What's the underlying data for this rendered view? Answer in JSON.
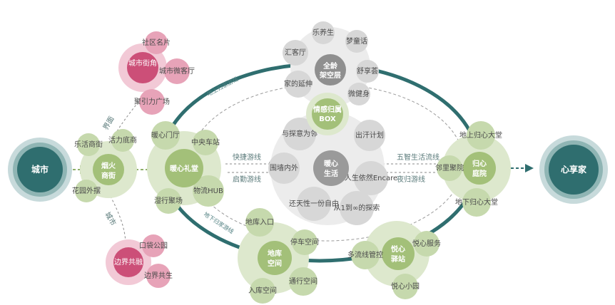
{
  "colors": {
    "teal": "#2f6e6f",
    "teal_light": "#8fb5b4",
    "green": "#a3c079",
    "green_pale": "#dde8cd",
    "pink": "#cc4f78",
    "pink_pale": "#f2c9d6",
    "grey": "#d7d7d7",
    "grey_dark": "#9a9a9a"
  },
  "start": "城市",
  "end": "心享家",
  "hubs": {
    "yanhuo": [
      "烟火",
      "商街"
    ],
    "nuanxin": "暖心礼堂",
    "guixin": [
      "归心",
      "庭院"
    ],
    "diku": [
      "地库",
      "空间"
    ],
    "yuexin": [
      "悦心",
      "驿站"
    ],
    "quanling": [
      "全龄",
      "架空层"
    ],
    "center": [
      "暖心",
      "生活"
    ],
    "qinggan": [
      "情感归属",
      "BOX"
    ]
  },
  "city_edge": [
    "社区名片",
    "城市街角",
    "城市微客厅",
    "聚引力广场",
    "边界共融",
    "口袋公园",
    "边界共生"
  ],
  "ground_sub": {
    "yanhuo": [
      "乐活商街",
      "活力底商",
      "花园外摆"
    ],
    "nuanxin": [
      "暖心门厅",
      "中央车站",
      "湿行聚场",
      "物流HUB"
    ],
    "guixin": [
      "地上归心大堂",
      "邻里聚院",
      "地下归心大堂"
    ],
    "diku": [
      "地库入口",
      "停车空间",
      "入库空间",
      "通行空间"
    ],
    "yuexin": [
      "多流线管控",
      "悦心服务",
      "悦心小园"
    ],
    "quanling": [
      "乐养生",
      "梦童话",
      "汇客厅",
      "舒享荟",
      "家的延伸",
      "微健身"
    ],
    "center": [
      "与探意为邻",
      "出汗计划",
      "围墙内外",
      "人生依然Encare",
      "还天性一份自由",
      "从1到∞的探索"
    ]
  },
  "edge_labels": {
    "jiemian": "界面",
    "chengshi": "城市",
    "kuaijie": "快捷游线",
    "qiqin": "启勤游线",
    "wuzhi": "五智生活流线",
    "yegui": "夜归游线"
  },
  "path_labels": {
    "top": "地上归家游线",
    "bottom": "地下归家游线"
  }
}
